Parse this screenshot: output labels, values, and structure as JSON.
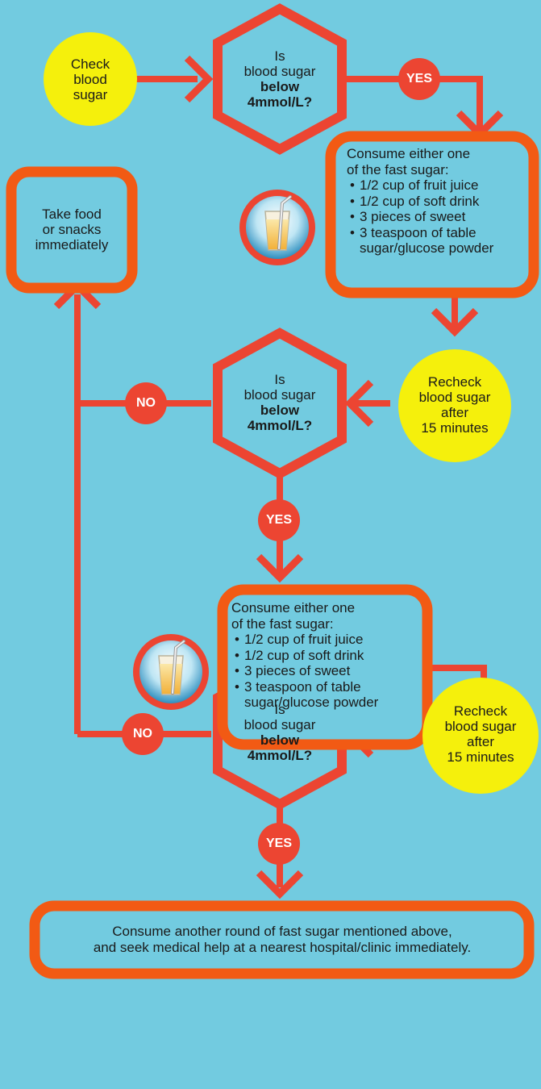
{
  "start": {
    "label_lines": [
      "Check",
      "blood",
      "sugar"
    ]
  },
  "decisions": [
    {
      "line1": "Is",
      "line2": "blood sugar",
      "line3": "below",
      "line4": "4mmol/L?"
    },
    {
      "line1": "Is",
      "line2": "blood sugar",
      "line3": "below",
      "line4": "4mmol/L?"
    },
    {
      "line1": "Is",
      "line2": "blood sugar",
      "line3": "below",
      "line4": "4mmol/L?"
    }
  ],
  "badges": {
    "yes": "YES",
    "no": "NO"
  },
  "fast_sugar": {
    "heading_lines": [
      "Consume either one",
      "of the fast sugar:"
    ],
    "items": [
      "1/2 cup of fruit juice",
      "1/2 cup of soft drink",
      "3 pieces of sweet",
      "3 teaspoon of table sugar/glucose powder"
    ],
    "icon": "juice-glass-icon"
  },
  "recheck": {
    "label_lines": [
      "Recheck",
      "blood sugar",
      "after",
      "15 minutes"
    ]
  },
  "take_food": {
    "label_lines": [
      "Take food",
      "or snacks",
      "immediately"
    ]
  },
  "final": {
    "line1": "Consume another round of fast sugar mentioned above,",
    "line2": "and seek medical help at a nearest hospital/clinic immediately."
  },
  "colors": {
    "background": "#72cbe0",
    "arrow": "#ec4532",
    "box_border": "#f25a14",
    "circle": "#f5f00c"
  }
}
